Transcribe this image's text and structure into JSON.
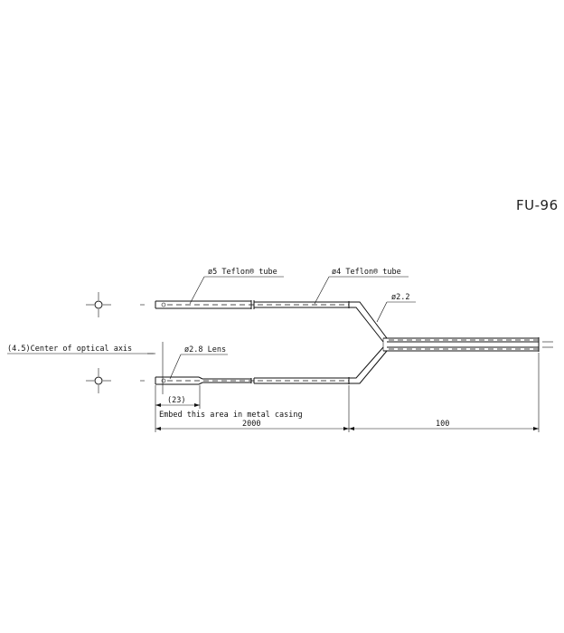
{
  "model": "FU-96",
  "labels": {
    "tube_5": "ø5 Teflon® tube",
    "tube_4": "ø4 Teflon® tube",
    "fiber_dia": "ø2.2",
    "optical_axis": "(4.5)Center of optical axis",
    "lens": "ø2.8 Lens",
    "embed_len": "(23)",
    "embed_note": "Embed this area in metal casing",
    "dim_length": "2000",
    "dim_end": "100"
  }
}
